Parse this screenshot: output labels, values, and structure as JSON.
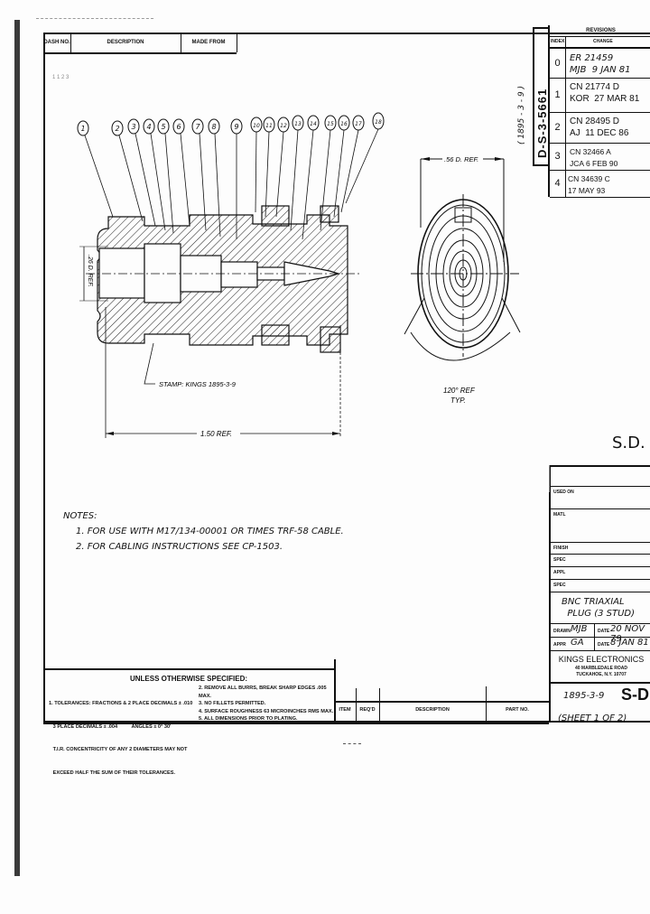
{
  "header": {
    "dash_no_label": "DASH NO.",
    "description_label": "DESCRIPTION",
    "made_from_label": "MADE FROM",
    "scrap_mark": "1 1 2 3"
  },
  "revisions": {
    "title": "REVISIONS",
    "index_label": "INDEX",
    "change_label": "CHANGE",
    "rows": [
      {
        "index": "0",
        "change": "ER 21459\nMJB  9 JAN 81"
      },
      {
        "index": "1",
        "change": "CN 21774 D\nKOR  27 MAR 81"
      },
      {
        "index": "2",
        "change": "CN 28495 D\nAJ  11 DEC 86"
      },
      {
        "index": "3",
        "change": "CN 32466 A\nJCA 6 FEB 90"
      },
      {
        "index": "4",
        "change": "CN 34639 C\n17 MAY 93"
      }
    ]
  },
  "side_stamp": {
    "dwg_number": "D-S-3-5661",
    "handwritten": "( 1895 - 3 - 9 )"
  },
  "drawing": {
    "balloons": [
      "1",
      "2",
      "3",
      "4",
      "5",
      "6",
      "7",
      "8",
      "9",
      "10",
      "11",
      "12",
      "13",
      "14",
      "15",
      "16",
      "17",
      "18"
    ],
    "stamp_note": "STAMP: KINGS 1895-3-9",
    "length_dim": "1.50 REF.",
    "dia_dim": ".56 D. REF.",
    "height_dim": ".26 D. REF.",
    "angle_dim": "120° REF",
    "angle_note": "TYP."
  },
  "notes": {
    "title": "NOTES:",
    "items": [
      "1. FOR USE WITH M17/134-00001 OR TIMES TRF-58 CABLE.",
      "2. FOR CABLING INSTRUCTIONS SEE CP-1503."
    ]
  },
  "general_tolerances": {
    "title": "UNLESS OTHERWISE SPECIFIED:",
    "left": [
      "1. TOLERANCES: FRACTIONS & 2 PLACE DECIMALS ± .010",
      "   3 PLACE DECIMALS ± .004          ANGLES ± 0° 30'",
      "   T.I.R. CONCENTRICITY OF ANY 2 DIAMETERS MAY NOT",
      "   EXCEED HALF THE SUM OF THEIR TOLERANCES."
    ],
    "right": [
      "2. REMOVE ALL BURRS, BREAK SHARP EDGES .005 MAX.",
      "3. NO FILLETS PERMITTED.",
      "4. SURFACE ROUGHNESS 63 MICROINCHES RMS MAX.",
      "5. ALL DIMENSIONS PRIOR TO PLATING."
    ]
  },
  "bom": {
    "item_label": "ITEM",
    "reqd_label": "REQ'D",
    "description_label": "DESCRIPTION",
    "part_no_label": "PART NO."
  },
  "title_block": {
    "size_mark": "S.D.",
    "used_on_label": "USED ON",
    "matl_label": "MATL",
    "finish_label": "FINISH",
    "spec_label": "SPEC",
    "appl_label": "APPL",
    "spec2_label": "SPEC",
    "part_title": "BNC TRIAXIAL\n  PLUG (3 STUD)",
    "drawn_label": "DRAWN",
    "drawn_by": "MJB",
    "date_label": "DATE",
    "drawn_date": "20 NOV 79",
    "appr_label": "APPR",
    "appr_by": "GA",
    "appr_date_label": "DATE",
    "appr_date": "8 JAN 81",
    "company": "KINGS ELECTRONICS",
    "address1": "40 MARBLEDALE ROAD",
    "address2": "TUCKAHOE, N.Y. 10707",
    "dwg_no": "1895-3-9",
    "dwg_size": "S-D",
    "sheet": "(SHEET 1 OF 2)"
  }
}
